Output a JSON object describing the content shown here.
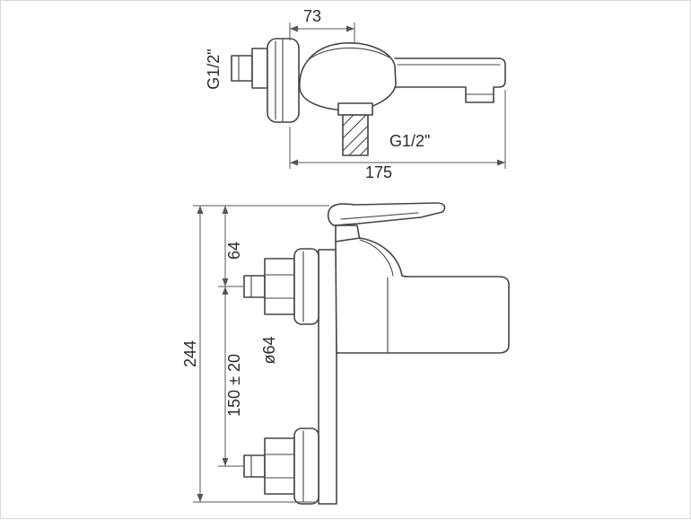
{
  "colors": {
    "line": "#444444",
    "dim": "#555555",
    "text": "#2b2b2b",
    "background": "#ffffff",
    "border": "#d9d9d9"
  },
  "side_view": {
    "dim_top_width": "73",
    "dim_total_depth": "175",
    "inlet_thread": "G1/2\"",
    "outlet_thread": "G1/2\""
  },
  "front_view": {
    "dim_top_offset": "64",
    "dim_total_height": "244",
    "dim_centers": "150 ± 20",
    "dim_escutcheon_diameter": "ø64"
  }
}
